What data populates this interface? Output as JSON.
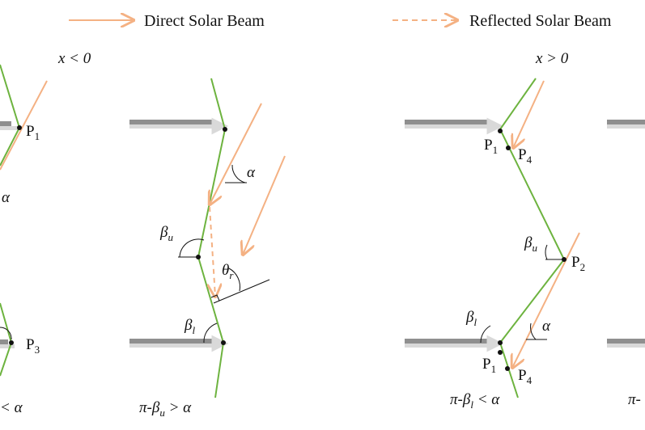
{
  "legend": {
    "direct_label": "Direct Solar Beam",
    "reflected_label": "Reflected Solar Beam"
  },
  "conditions": {
    "x_negative": "x < 0",
    "x_positive": "x > 0",
    "panel1_bottom": "< α",
    "panel2_bottom": "π-βu > α",
    "panel3_bottom": "π-βl < α",
    "panel4_bottom": "π-"
  },
  "labels": {
    "P1": "P",
    "P1_sub": "1",
    "P2": "P",
    "P2_sub": "2",
    "P3": "P",
    "P3_sub": "3",
    "P4": "P",
    "P4_sub": "4",
    "alpha": "α",
    "beta": "β",
    "beta_u_sub": "u",
    "beta_l_sub": "l",
    "theta": "θ",
    "theta_r_sub": "r",
    "pi_minus_beta": "π-β",
    "gt_alpha": " > α",
    "lt_alpha": " < α"
  },
  "colors": {
    "panel_line": "#6db33f",
    "sun_beam": "#f4b183",
    "wall_dark": "#8f8f8f",
    "wall_light": "#d9d9d9",
    "text": "#111111"
  }
}
